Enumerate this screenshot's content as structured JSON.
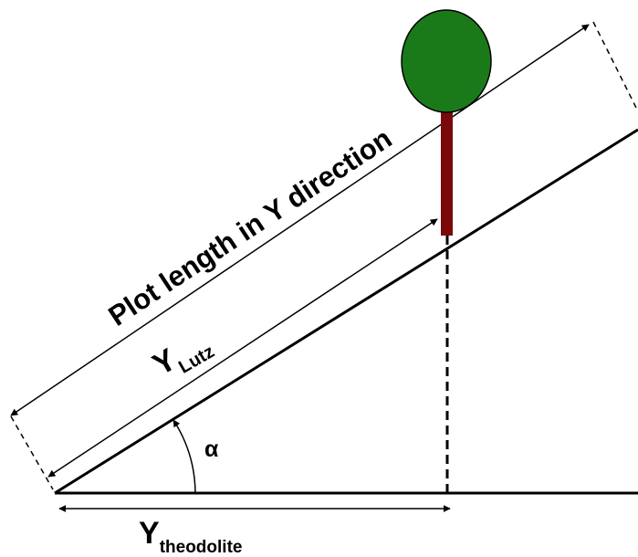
{
  "labels": {
    "plot_length": "Plot length in Y direction",
    "y_lutz_main": "Y",
    "y_lutz_sub": "Lutz",
    "y_theodolite_main": "Y",
    "y_theodolite_sub": "theodolite",
    "angle": "α"
  },
  "colors": {
    "line": "#000000",
    "tree_crown": "#1a7a1a",
    "tree_trunk": "#7a0a0a",
    "background": "#ffffff"
  }
}
